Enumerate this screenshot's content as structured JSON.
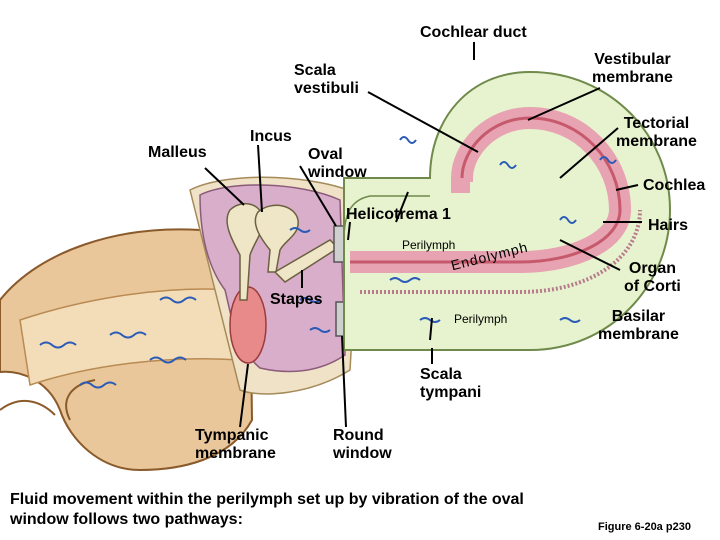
{
  "labels": {
    "cochlear_duct": "Cochlear duct",
    "vestibular_membrane": "Vestibular\nmembrane",
    "scala_vestibuli": "Scala\nvestibuli",
    "tectorial_membrane": "Tectorial\nmembrane",
    "incus": "Incus",
    "malleus": "Malleus",
    "oval_window": "Oval\nwindow",
    "cochlea": "Cochlea",
    "helicotrema": "Helicotrema 1",
    "hairs": "Hairs",
    "perilymph_top": "Perilymph",
    "endolymph": "Endolymph",
    "stapes": "Stapes",
    "organ_of_corti": "Organ\nof Corti",
    "basilar_membrane": "Basilar\nmembrane",
    "perilymph_bottom": "Perilymph",
    "scala_tympani": "Scala\ntympani",
    "tympanic_membrane": "Tympanic\nmembrane",
    "round_window": "Round\nwindow"
  },
  "caption": "Fluid movement within the perilymph set up by vibration of the oval\nwindow follows two pathways:",
  "figure_ref": "Figure 6-20a p230",
  "colors": {
    "outer_ear": "#e9c79a",
    "skin_line": "#8a5a2a",
    "middle_ear": "#d9aecb",
    "cochlea_fluid": "#e7f3cf",
    "duct_pink": "#e7a3b2",
    "duct_red": "#c65a6c",
    "basilar": "#b77b8c",
    "wave_blue": "#2a5bb8"
  }
}
